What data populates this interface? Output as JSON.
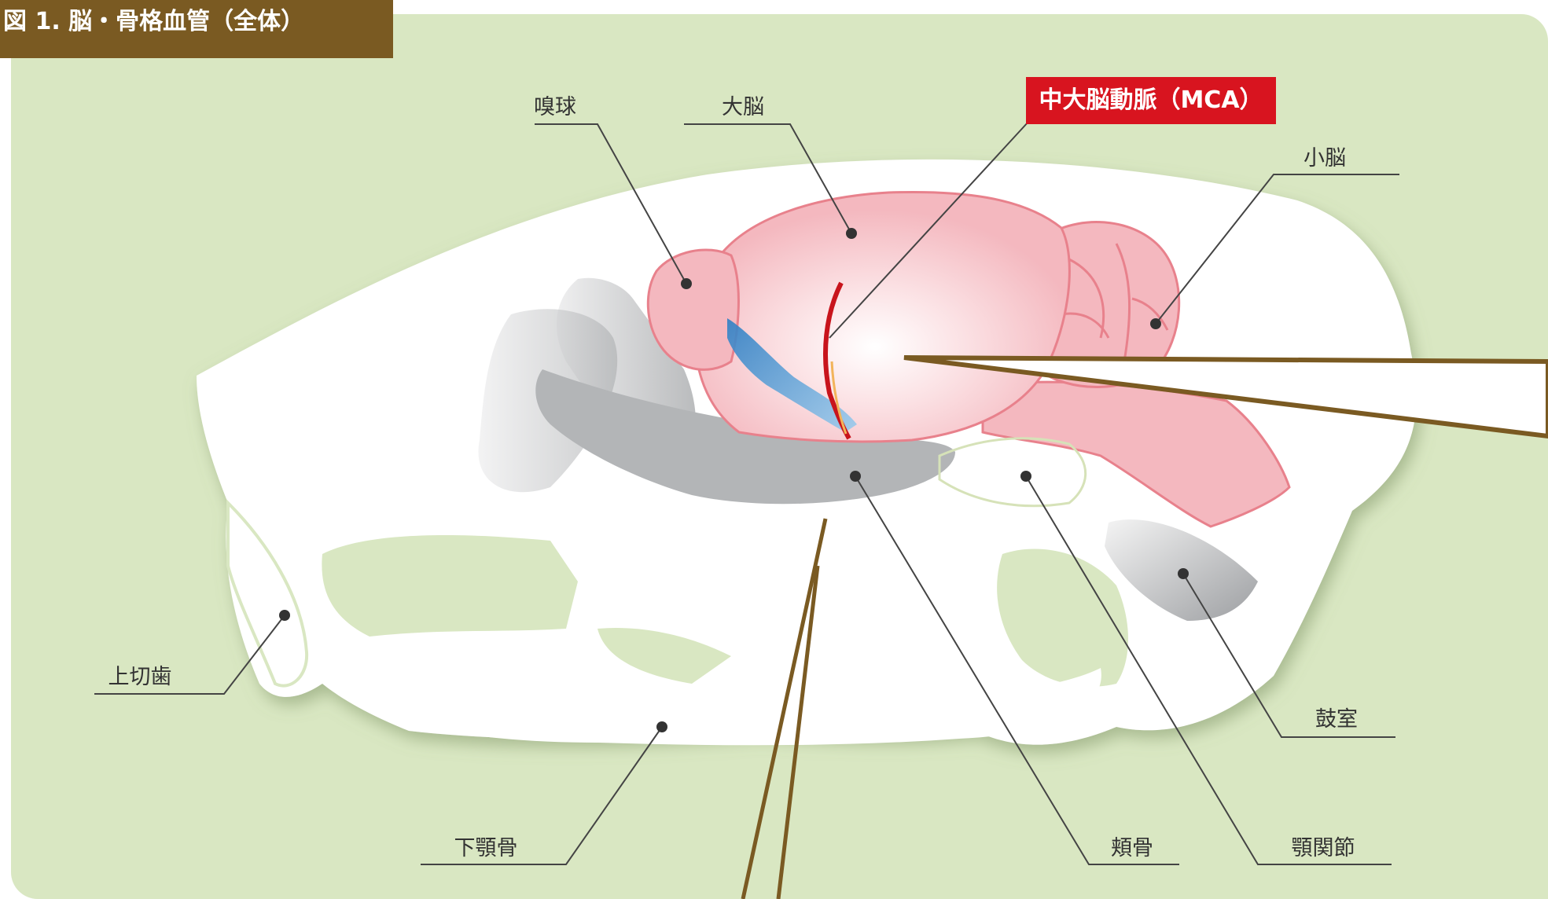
{
  "figure": {
    "title": "図 1. 脳・骨格血管（全体）"
  },
  "labels": {
    "olfactory_bulb": "嗅球",
    "cerebrum": "大脳",
    "mca": "中大脳動脈（MCA）",
    "cerebellum": "小脳",
    "upper_incisor": "上切歯",
    "mandible": "下顎骨",
    "zygomatic": "頬骨",
    "jaw_joint": "顎関節",
    "tympanic_cavity": "鼓室"
  },
  "colors": {
    "title_bg": "#7a5a22",
    "panel_bg": "#d9e7c2",
    "skull": "#ffffff",
    "brain_fill": "#f4b8bf",
    "brain_stroke": "#e8818c",
    "artery": "#c8141c",
    "vein": "#3a8fd0",
    "bone_gray": "#b7b8ba",
    "mca_box": "#d8141f",
    "leader_line": "#333333",
    "instrument": "#7a5a22"
  }
}
